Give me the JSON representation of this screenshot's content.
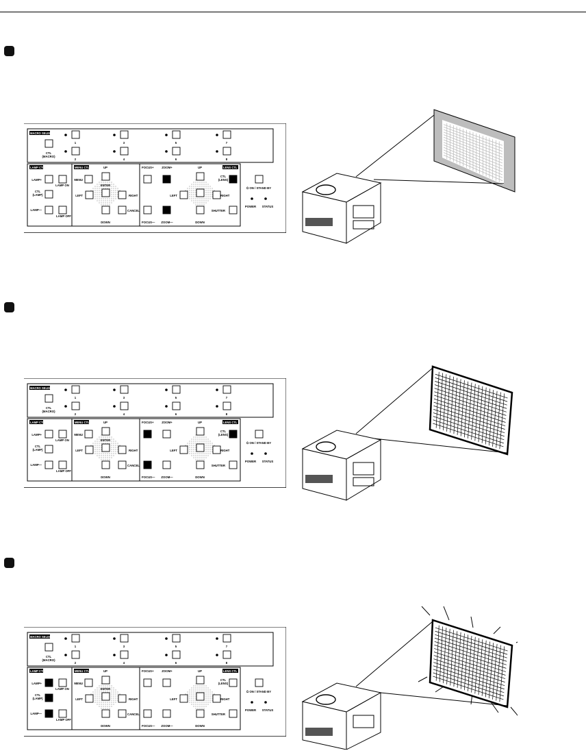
{
  "labels": {
    "macro_select": "MACRO SELECT",
    "ctl_macro": [
      "CTL",
      "(MACRO)"
    ],
    "macro_numbers": [
      "1",
      "2",
      "3",
      "4",
      "5",
      "6",
      "7",
      "8"
    ],
    "lamp_ctl": "LAMP CTL",
    "lamp_plus": "LAMP+",
    "lamp_minus": "LAMP—",
    "ctl_lamp": [
      "CTL",
      "(LAMP)"
    ],
    "lamp_on": "LAMP ON",
    "lamp_off": "LAMP OFF",
    "menu_ctl": "MENU CTL",
    "up": "UP",
    "down": "DOWN",
    "left": "LEFT",
    "right": "RIGHT",
    "menu": "MENU",
    "enter": "ENTER",
    "cancel": "CANCEL",
    "focus_plus": "FOCUS+",
    "focus_minus": "FOCUS—",
    "zoom_plus": "ZOOM+",
    "zoom_minus": "ZOOM—",
    "lens_ctl": "LENS CTL",
    "ctl_lens": [
      "CTL",
      "(LENS)"
    ],
    "shutter": "SHUTTER",
    "on_standby": "⏻ ON / STAND BY",
    "power": "POWER",
    "status": "STATUS"
  },
  "sections": [
    {
      "id": "step1",
      "highlighted_buttons": [
        "zoom-plus",
        "zoom-minus",
        "ctl-lens"
      ],
      "screen": "blurry"
    },
    {
      "id": "step2",
      "highlighted_buttons": [
        "focus-plus",
        "focus-minus",
        "ctl-lens"
      ],
      "screen": "sharp"
    },
    {
      "id": "step3",
      "highlighted_buttons": [
        "lamp-plus",
        "ctl-lamp",
        "lamp-minus"
      ],
      "screen": "bright"
    }
  ],
  "colors": {
    "ink": "#000000",
    "highlight": "#000000",
    "screen_gray": "#bdbdbd"
  }
}
